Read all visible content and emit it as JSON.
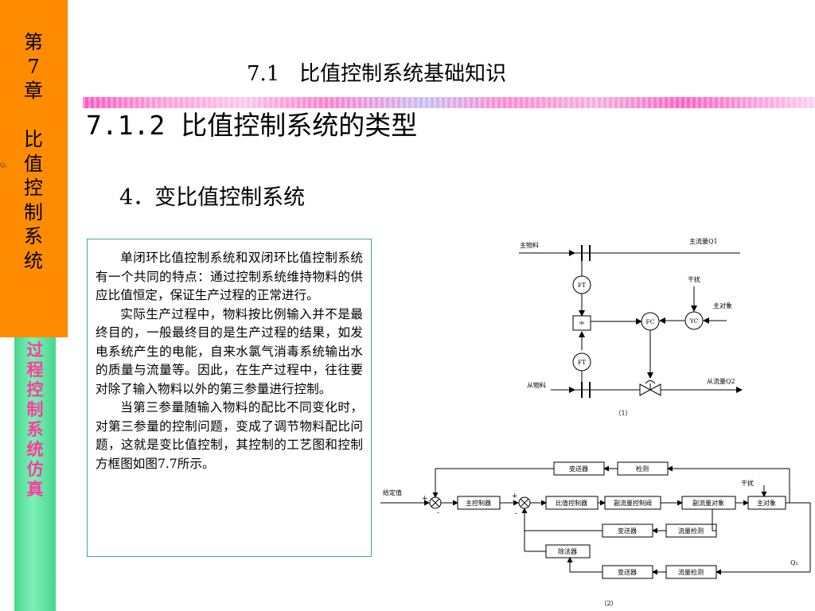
{
  "sidebar": {
    "chapter_label": "第\n7\n章\n\n比\n值\n控\n制\n系\n统",
    "course_label": "过\n程\n控\n制\n系\n统\n仿\n真",
    "tiny_label": "Q₂"
  },
  "header": {
    "section_title": "7.1   比值控制系统基础知识",
    "sub_title": "7.1.2  比值控制系统的类型",
    "sub_heading": "4．变比值控制系统"
  },
  "body": {
    "paragraphs": [
      "单闭环比值控制系统和双闭环比值控制系统有一个共同的特点：通过控制系统维持物料的供应比值恒定，保证生产过程的正常进行。",
      "实际生产过程中，物料按比例输入并不是最终目的，一般最终目的是生产过程的结果，如发电系统产生的电能，自来水氯气消毒系统输出水的质量与流量等。因此，在生产过程中，往往要对除了输入物料以外的第三参量进行控制。",
      "当第三参量随输入物料的配比不同变化时，对第三参量的控制问题，变成了调节物料配比问题，这就是变比值控制，其控制的工艺图和控制方框图如图7.7所示。"
    ]
  },
  "diagram1": {
    "main_material": "主物料",
    "main_flow": "主流量Q1",
    "ft_top": "FT",
    "disturbance": "干扰",
    "main_object": "主对象",
    "divider": "÷",
    "fc": "FC",
    "yc": "YC",
    "ft_bottom": "FT",
    "slave_material": "从物料",
    "slave_flow": "从流量Q2",
    "caption": "（1）"
  },
  "diagram2": {
    "transmitter_top": "变送器",
    "detection_top": "检测",
    "setpoint": "给定值",
    "disturbance": "干扰",
    "plus1": "+",
    "minus1": "-",
    "main_controller": "主控制器",
    "plus2": "+",
    "minus2": "-",
    "ratio_controller": "比值控制器",
    "sub_flow_valve": "副流量控制阀",
    "sub_flow_object": "副流量对象",
    "main_object": "主对象",
    "transmitter_mid": "变送器",
    "flow_detect_mid": "流量检测",
    "divider": "除法器",
    "transmitter_bottom": "变送器",
    "flow_detect_bottom": "流量检测",
    "q1": "Q₁",
    "caption": "（2）"
  }
}
